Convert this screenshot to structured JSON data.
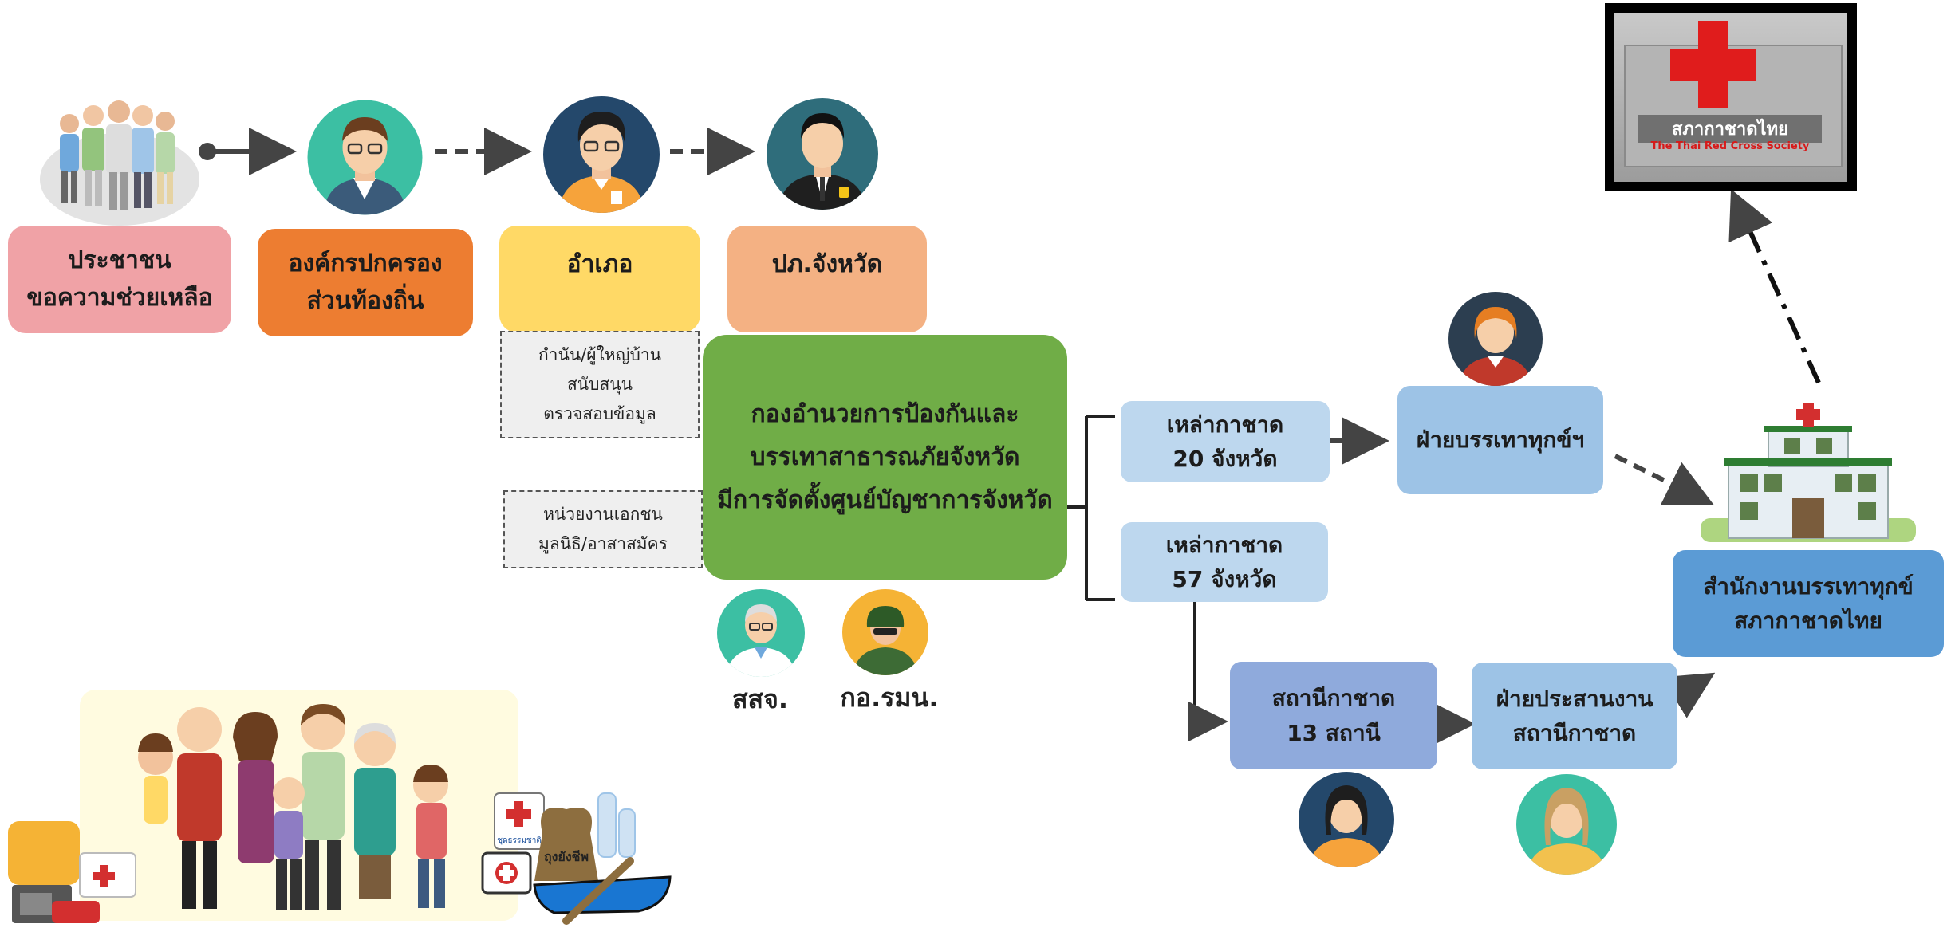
{
  "nodes": {
    "citizen": {
      "line1": "ประชาชน",
      "line2": "ขอความช่วยเหลือ"
    },
    "local_gov": {
      "line1": "องค์กรปกครอง",
      "line2": "ส่วนท้องถิ่น"
    },
    "district": {
      "line1": "อำเภอ"
    },
    "provincial_dpm": {
      "line1": "ปภ.จังหวัด"
    },
    "village_note": {
      "line1": "กำนัน/ผู้ใหญ่บ้าน",
      "line2": "สนับสนุน",
      "line3": "ตรวจสอบข้อมูล"
    },
    "private_note": {
      "line1": "หน่วยงานเอกชน",
      "line2": "มูลนิธิ/อาสาสมัคร"
    },
    "command_center": {
      "line1": "กองอำนวยการป้องกันและ",
      "line2": "บรรเทาสาธารณภัยจังหวัด",
      "line3": "มีการจัดตั้งศูนย์บัญชาการจังหวัด"
    },
    "red_cross_20": {
      "line1": "เหล่ากาชาด",
      "line2": "20 จังหวัด"
    },
    "red_cross_57": {
      "line1": "เหล่ากาชาด",
      "line2": "57 จังหวัด"
    },
    "relief_dept": {
      "line1": "ฝ่ายบรรเทาทุกข์ฯ"
    },
    "red_cross_stations": {
      "line1": "สถานีกาชาด",
      "line2": "13 สถานี"
    },
    "station_coord": {
      "line1": "ฝ่ายประสานงาน",
      "line2": "สถานีกาชาด"
    },
    "relief_bureau": {
      "line1": "สำนักงานบรรเทาทุกข์",
      "line2": "สภากาชาดไทย"
    }
  },
  "labels": {
    "health_volunteer": "สสจ.",
    "isoc": "กอ.รมน."
  },
  "images": {
    "society_banner_text": "สภากาชาดไทย",
    "society_banner_text_en": "The Thai Red Cross Society",
    "relief_bag_text": "ถุงยังชีพ",
    "first_aid_text": "ชุดธรรมชาติ"
  },
  "colors": {
    "citizen": "#f0a2a6",
    "local_gov": "#ed7d31",
    "district": "#ffd966",
    "provincial_dpm": "#f4b183",
    "command_center": "#70ad47",
    "light_blue": "#bdd7ee",
    "mid_blue": "#9dc3e6",
    "station_blue": "#8faadc",
    "bureau_blue": "#5b9bd5"
  }
}
